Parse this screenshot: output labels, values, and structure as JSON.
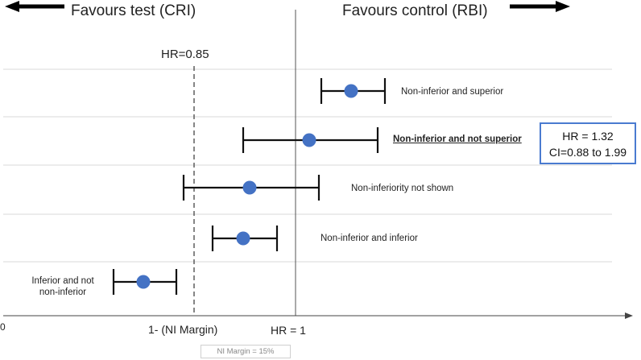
{
  "header": {
    "left_label": "Favours test (CRI)",
    "right_label": "Favours control (RBI)"
  },
  "reference": {
    "hr_label": "HR=0.85",
    "ni_axis_label": "1- (NI Margin)",
    "null_axis_label": "HR = 1",
    "origin_label": "0",
    "ni_margin_note": "NI Margin = 15%"
  },
  "highlight": {
    "hr_text": "HR = 1.32",
    "ci_text": "CI=0.88 to 1.99"
  },
  "colors": {
    "point": "#4472c4",
    "whisker": "#111111",
    "box_border": "#4a7bd0",
    "gridline": "#d9d9d9"
  },
  "rows": [
    {
      "label": "Non-inferior and superior",
      "emphasis": false
    },
    {
      "label": "Non-inferior and not superior",
      "emphasis": true
    },
    {
      "label": "Non-inferiority not shown",
      "emphasis": false
    },
    {
      "label": "Non-inferior and inferior",
      "emphasis": false
    },
    {
      "label": "Inferior and not non-inferior",
      "label_lines": [
        "Inferior and not",
        "non-inferior"
      ],
      "emphasis": false
    }
  ]
}
